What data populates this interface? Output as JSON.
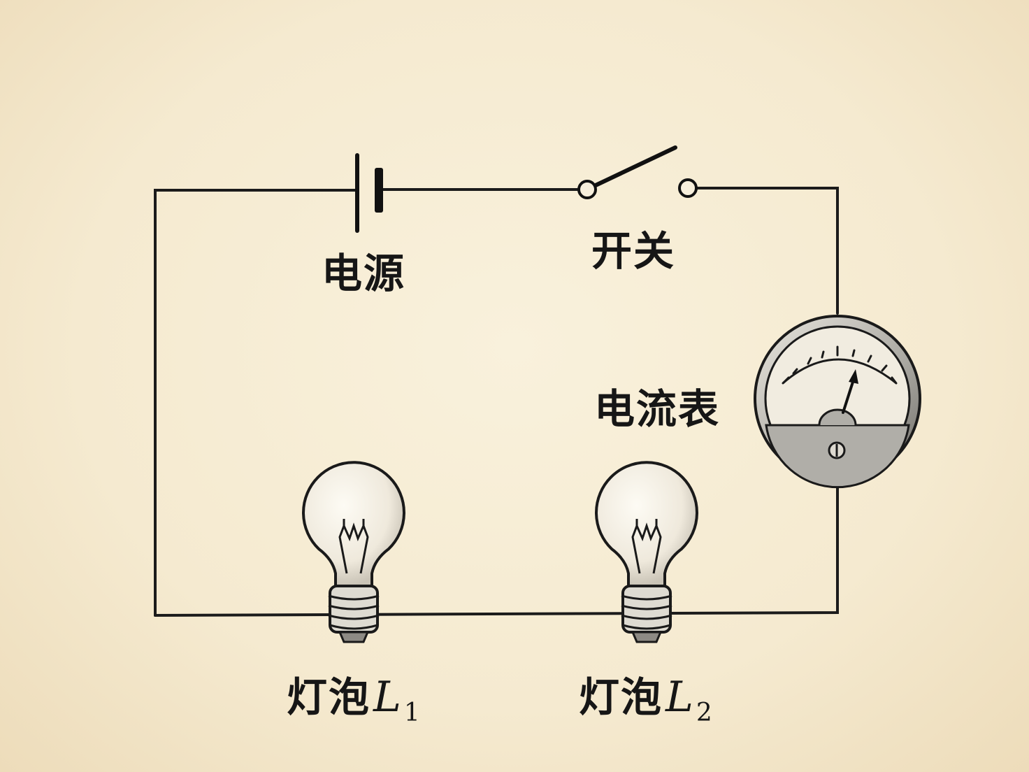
{
  "labels": {
    "power": "电源",
    "switch": "开关",
    "ammeter": "电流表",
    "bulb1": {
      "text": "灯泡",
      "var": "L",
      "sub": "1"
    },
    "bulb2": {
      "text": "灯泡",
      "var": "L",
      "sub": "2"
    }
  },
  "components": {
    "power": "battery-icon",
    "switch": "open-switch-icon",
    "ammeter": "ammeter-icon",
    "bulb1": "light-bulb-icon",
    "bulb2": "light-bulb-icon"
  },
  "switch_state": "open",
  "colors": {
    "ink": "#161616",
    "paper": "#f5ead0",
    "meter_face": "#f1ece0",
    "meter_base": "#b0aea8"
  }
}
